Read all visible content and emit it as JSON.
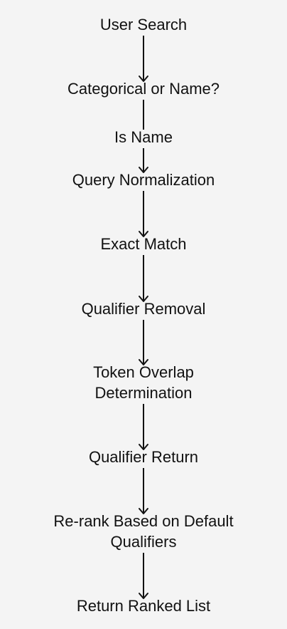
{
  "nodes": [
    {
      "id": "user-search",
      "lines": [
        "User Search"
      ]
    },
    {
      "id": "categorical-or-name",
      "lines": [
        "Categorical or Name?"
      ]
    },
    {
      "id": "is-name",
      "lines": [
        "Is Name"
      ]
    },
    {
      "id": "query-normalization",
      "lines": [
        "Query Normalization"
      ]
    },
    {
      "id": "exact-match",
      "lines": [
        "Exact Match"
      ]
    },
    {
      "id": "qualifier-removal",
      "lines": [
        "Qualifier Removal"
      ]
    },
    {
      "id": "token-overlap-determination",
      "lines": [
        "Token Overlap",
        "Determination"
      ]
    },
    {
      "id": "qualifier-return",
      "lines": [
        "Qualifier Return"
      ]
    },
    {
      "id": "re-rank-based-on-default-qualifiers",
      "lines": [
        "Re-rank Based on Default",
        "Qualifiers"
      ]
    },
    {
      "id": "return-ranked-list",
      "lines": [
        "Return Ranked List"
      ]
    }
  ],
  "edges": [
    {
      "from": "user-search",
      "to": "categorical-or-name",
      "arrow": true
    },
    {
      "from": "categorical-or-name",
      "to": "is-name",
      "arrow": false
    },
    {
      "from": "is-name",
      "to": "query-normalization",
      "arrow": true
    },
    {
      "from": "query-normalization",
      "to": "exact-match",
      "arrow": true
    },
    {
      "from": "exact-match",
      "to": "qualifier-removal",
      "arrow": true
    },
    {
      "from": "qualifier-removal",
      "to": "token-overlap-determination",
      "arrow": true
    },
    {
      "from": "token-overlap-determination",
      "to": "qualifier-return",
      "arrow": true
    },
    {
      "from": "qualifier-return",
      "to": "re-rank-based-on-default-qualifiers",
      "arrow": true
    },
    {
      "from": "re-rank-based-on-default-qualifiers",
      "to": "return-ranked-list",
      "arrow": true
    }
  ],
  "colors": {
    "background": "#f4f4f4",
    "stroke": "#111111",
    "text": "#111111"
  }
}
